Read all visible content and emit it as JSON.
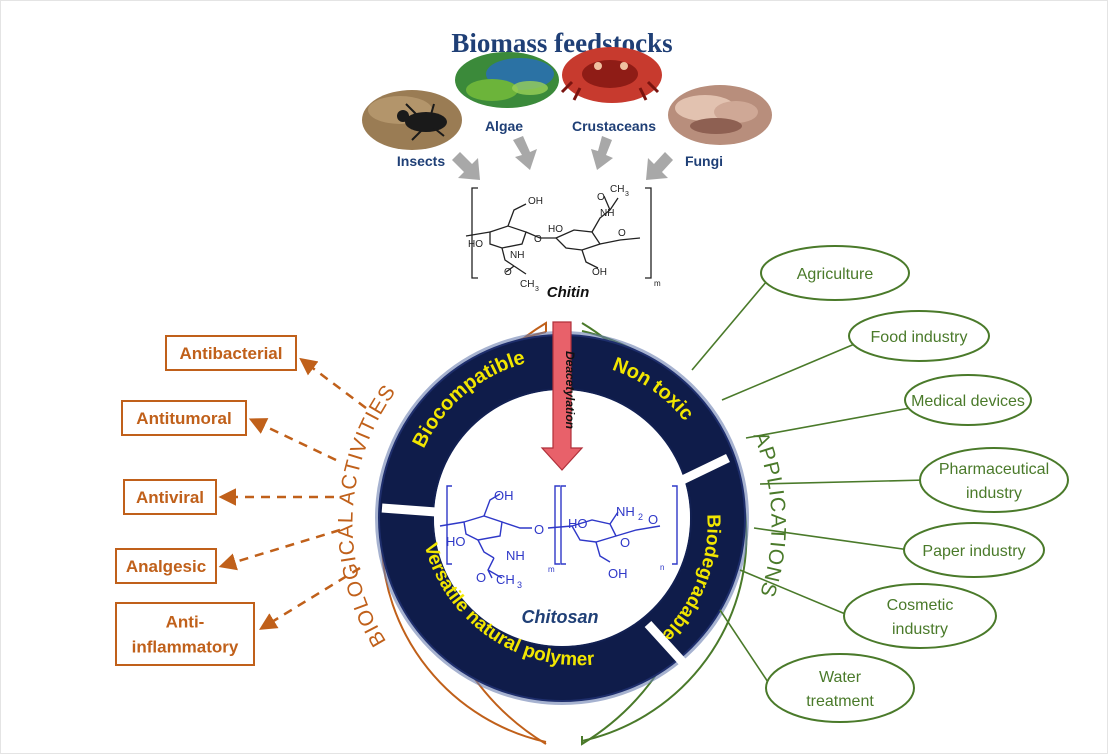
{
  "title": "Biomass feedstocks",
  "sources": [
    {
      "label": "Insects",
      "icon": "beetle-photo"
    },
    {
      "label": "Algae",
      "icon": "algae-photo"
    },
    {
      "label": "Crustaceans",
      "icon": "crab-photo"
    },
    {
      "label": "Fungi",
      "icon": "mushroom-photo"
    }
  ],
  "chitin": {
    "name": "Chitin",
    "atoms": {
      "oh": "OH",
      "ho": "HO",
      "nh": "NH",
      "o": "O",
      "ch3": "CH",
      "sub3": "3",
      "sub_m": "m"
    }
  },
  "process": "Deacetylation",
  "properties": {
    "biocompatible": "Biocompatible",
    "non_toxic": "Non toxic",
    "biodegradable": "Biodegradable",
    "versatile": "Versatile natural polymer"
  },
  "chitosan": {
    "name": "Chitosan",
    "atoms": {
      "oh": "OH",
      "ho": "HO",
      "nh": "NH",
      "nh2": "NH",
      "sub2": "2",
      "o": "O",
      "ch3": "CH",
      "sub3": "3",
      "sub_m": "m",
      "sub_n": "n"
    }
  },
  "biological_activities": {
    "heading": "BIOLOGICAL ACTIVITIES",
    "items": [
      {
        "lines": [
          "Antibacterial"
        ]
      },
      {
        "lines": [
          "Antitumoral"
        ]
      },
      {
        "lines": [
          "Antiviral"
        ]
      },
      {
        "lines": [
          "Analgesic"
        ]
      },
      {
        "lines": [
          "Anti-",
          "inflammatory"
        ]
      }
    ]
  },
  "applications": {
    "heading": "APPLICATIONS",
    "items": [
      {
        "lines": [
          "Agriculture"
        ]
      },
      {
        "lines": [
          "Food industry"
        ]
      },
      {
        "lines": [
          "Medical devices"
        ]
      },
      {
        "lines": [
          "Pharmaceutical",
          "industry"
        ]
      },
      {
        "lines": [
          "Paper industry"
        ]
      },
      {
        "lines": [
          "Cosmetic",
          "industry"
        ]
      },
      {
        "lines": [
          "Water",
          "treatment"
        ]
      }
    ]
  },
  "colors": {
    "navy": "#14245a",
    "yellow": "#f2e600",
    "brown": "#c0601a",
    "green": "#4a7a2a",
    "title_blue": "#1f3f76",
    "chitosan_blue": "#2f38c8",
    "arrow_red": "#e8616a",
    "arrow_gray": "#a8a8a8"
  }
}
